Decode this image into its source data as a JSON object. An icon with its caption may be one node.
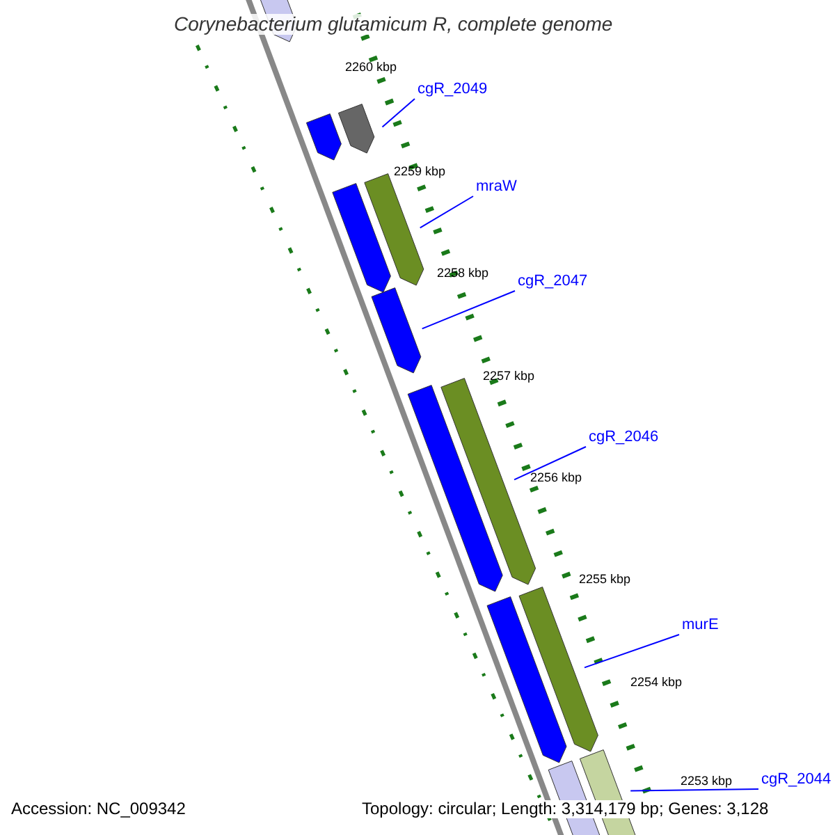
{
  "diagram": {
    "title": "Corynebacterium glutamicum R, complete genome",
    "nodes": [
      {
        "text": [
          "cgR_2049"
        ]
      },
      {
        "text": [
          "mraW"
        ]
      },
      {
        "text": [
          "cgR_2047"
        ]
      },
      {
        "text": [
          "cgR_2046"
        ]
      },
      {
        "text": [
          "murE"
        ]
      },
      {
        "text": [
          "cgR_2044"
        ]
      },
      {
        "text": [],
        "shape": "arrow"
      },
      {
        "text": [],
        "shape": "arrow"
      },
      {
        "text": [],
        "shape": "arrow"
      },
      {
        "text": [],
        "shape": "arrow"
      },
      {
        "text": [],
        "shape": "arrow"
      },
      {
        "text": [],
        "shape": "arrow"
      },
      {
        "text": [],
        "shape": "arrow"
      },
      {
        "text": [],
        "shape": "arrow"
      },
      {
        "text": [],
        "shape": "arrow"
      },
      {
        "text": [],
        "shape": "arrow"
      },
      {
        "text": [],
        "shape": "arrow"
      },
      {
        "text": [],
        "shape": "arrow"
      }
    ],
    "edges": [
      {
        "from": 0,
        "to": 6,
        "arrow": "none"
      },
      {
        "from": 1,
        "to": 7,
        "arrow": "none"
      },
      {
        "from": 2,
        "to": 8,
        "arrow": "none"
      },
      {
        "from": 3,
        "to": 9,
        "arrow": "none"
      },
      {
        "from": 4,
        "to": 10,
        "arrow": "none"
      },
      {
        "from": 5,
        "to": 11,
        "arrow": "none"
      }
    ],
    "labels": [
      "2260 kbp",
      "2259 kbp",
      "2258 kbp",
      "2257 kbp",
      "2256 kbp",
      "2255 kbp",
      "2254 kbp",
      "2253 kbp",
      "Accession: NC_009342",
      "Topology: circular; Length: 3,314,179 bp; Genes: 3,128"
    ]
  }
}
